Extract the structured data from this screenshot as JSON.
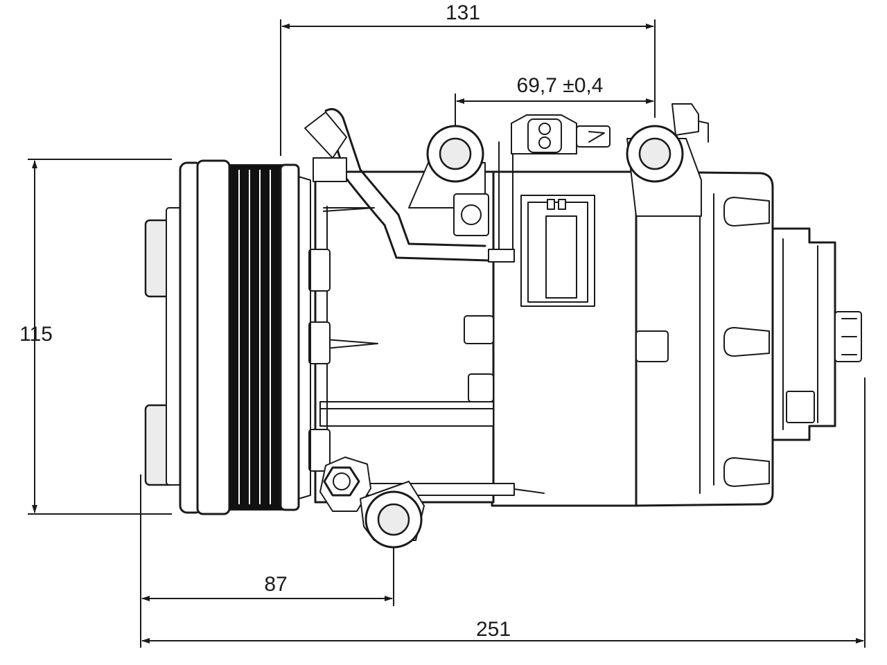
{
  "dimensions": {
    "overall_length": "251",
    "top_width": "131",
    "port_spacing": "69,7 ±0,4",
    "height": "115",
    "lower_port_offset": "87"
  },
  "colors": {
    "line": "#1a1a1a",
    "background": "#ffffff",
    "fill_grey": "#ececec"
  }
}
